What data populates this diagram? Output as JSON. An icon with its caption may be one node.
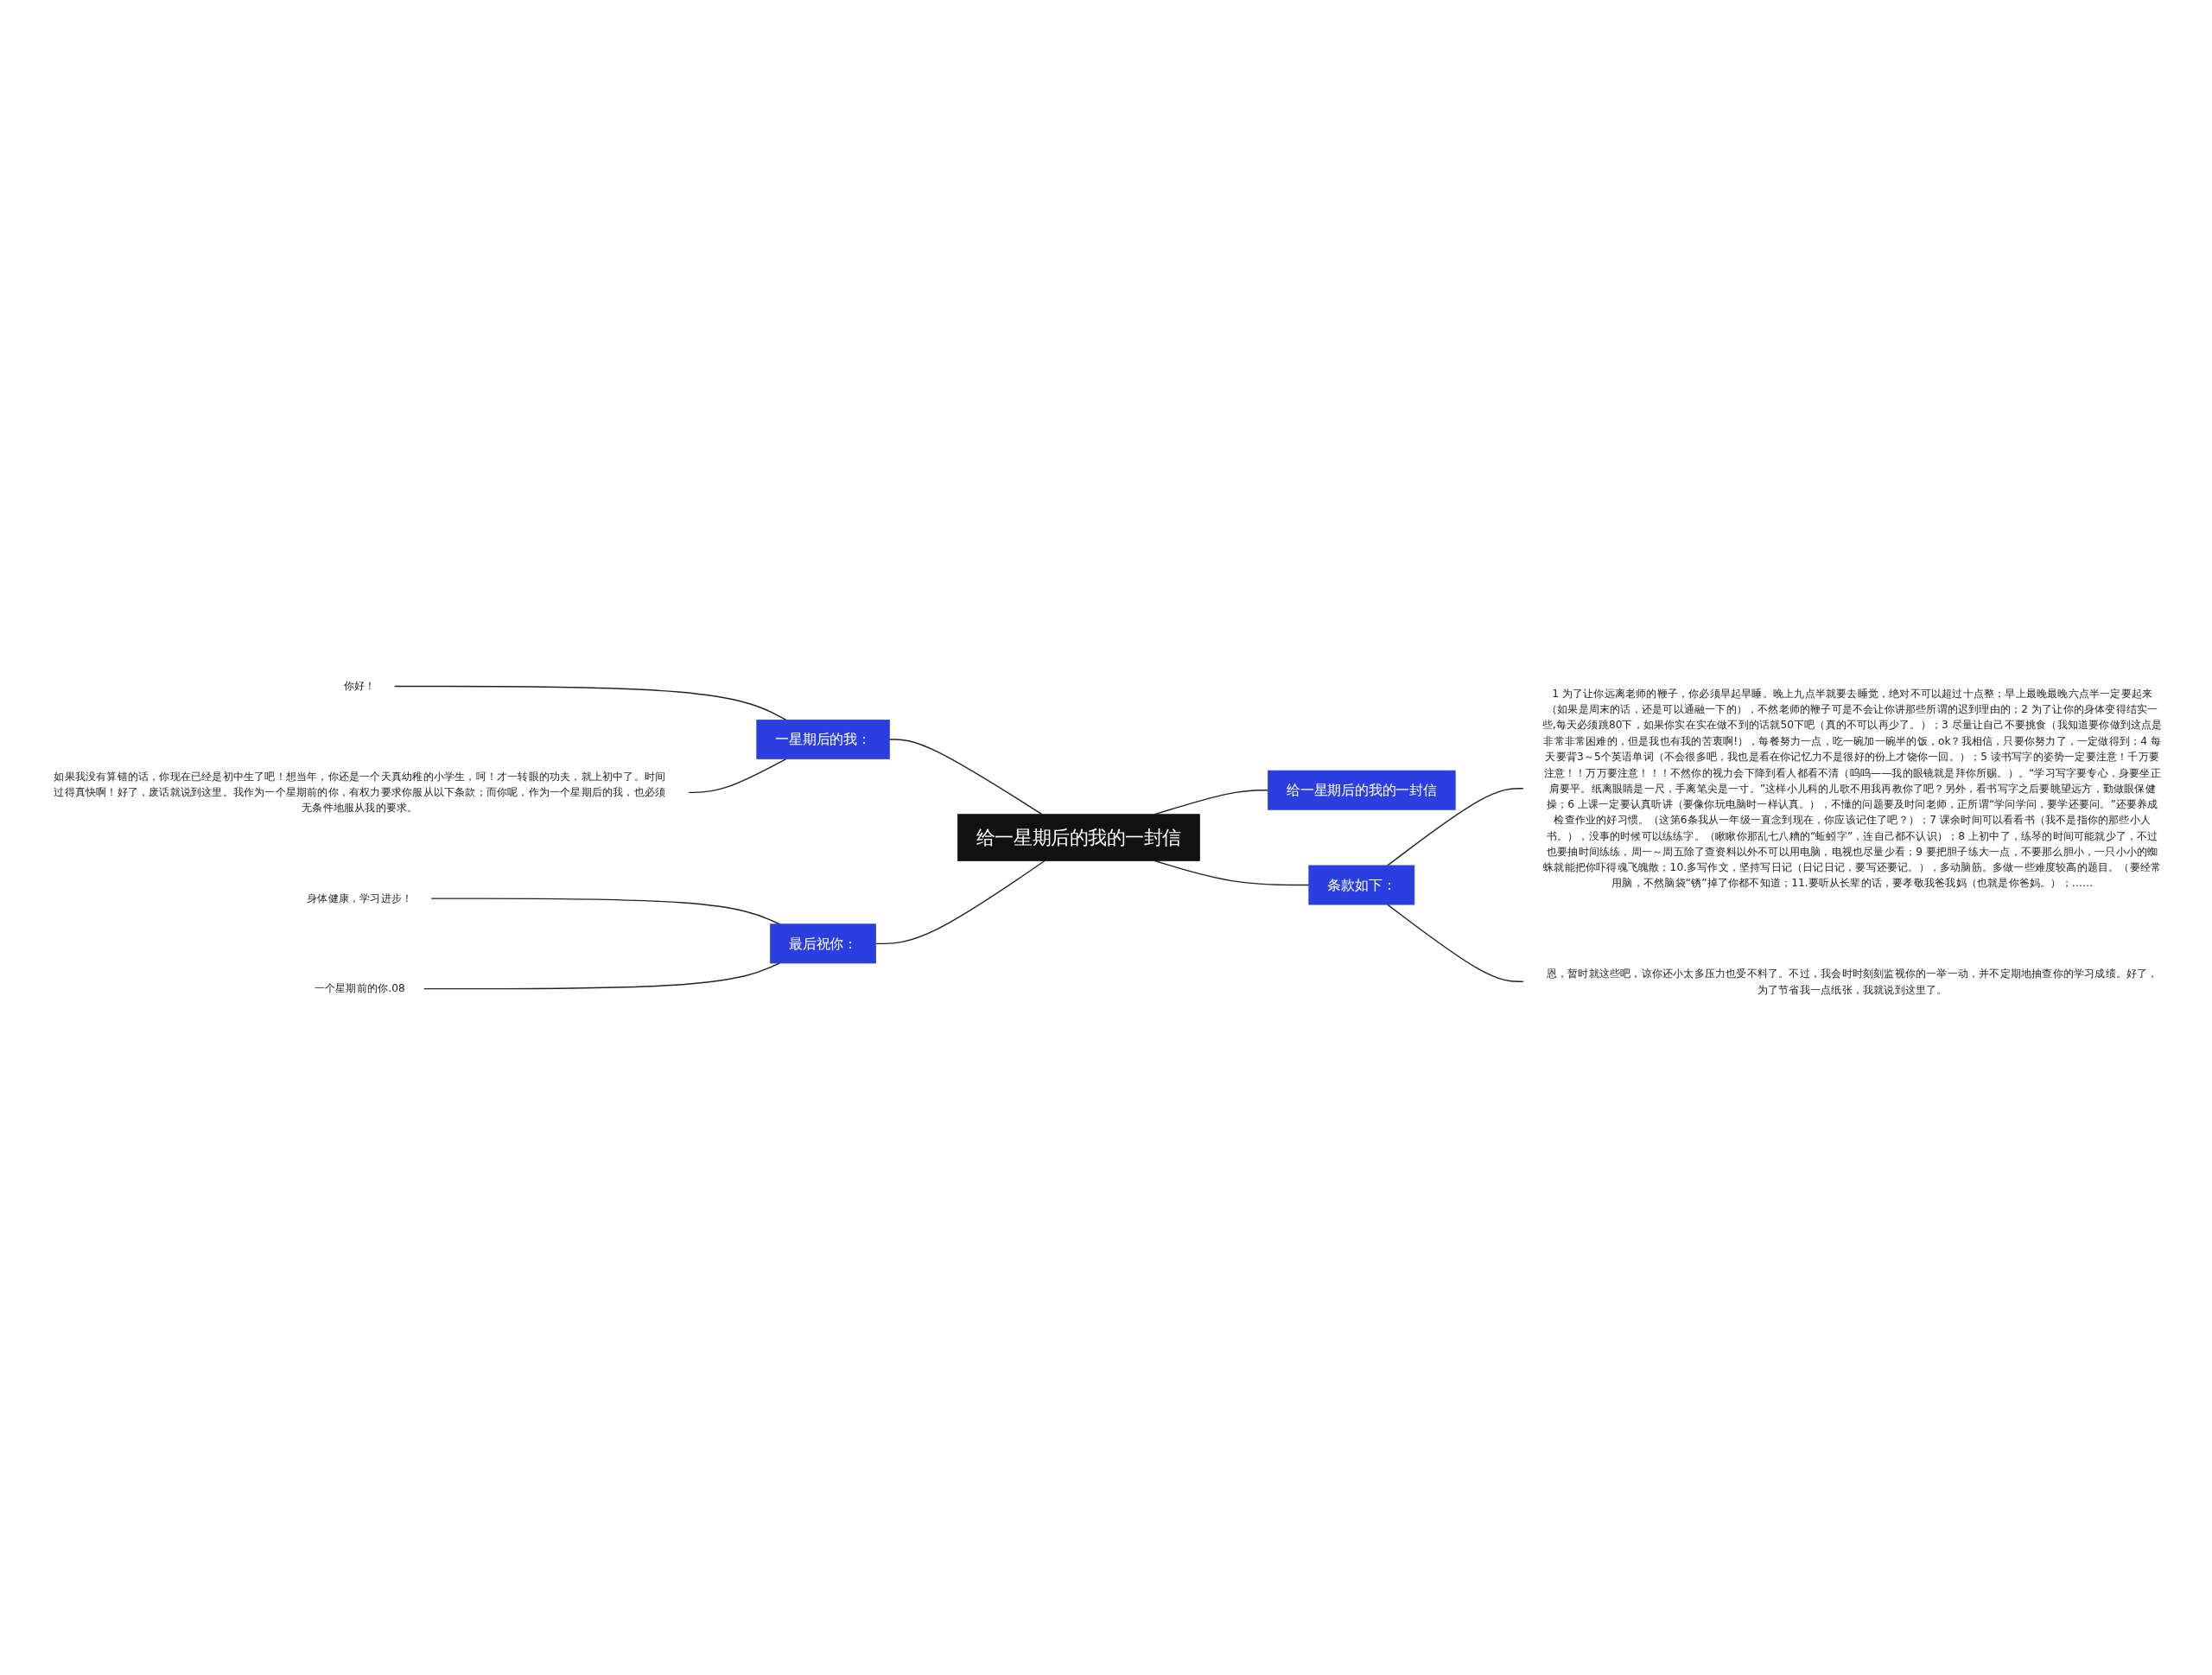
{
  "diagram": {
    "nodes": [
      {
        "text": [
          "给一星期后的我的一封信"
        ]
      },
      {
        "text": [
          "给一星期后的我的一封信"
        ]
      },
      {
        "text": [
          "条款如下："
        ]
      },
      {
        "text": [
          "1 为了让你远离老师的鞭子，你必须早起早睡。晚上九点半就要去睡觉，绝对不可以超过十点整；早上最晚最晚六点半一定要起来（如果是周末的话，还是可以通融一下的），不然老师的鞭子可是不会让你讲那些所谓的迟到理由的；2 为了让你的身体变得结实一些,每天必须跳80下，如果你实在实在做不到的话就50下吧（真的不可以再少了。）；3 尽量让自己不要挑食（我知道要你做到这点是非常非常困难的，但是我也有我的苦衷啊!），每餐努力一点，吃一碗加一碗半的饭，ok？我相信，只要你努力了，一定做得到；4 每天要背3～5个英语单词（不会很多吧，我也是看在你记忆力不是很好的份上才饶你一回。）；5 读书写字的姿势一定要注意！千万要注意！！万万要注意！！！不然你的视力会下降到看人都看不清（呜呜——我的眼镜就是拜你所赐。）。“学习写字要专心，身要坐正肩要平。纸离眼睛是一尺，手离笔尖是一寸。”这样小儿科的儿歌不用我再教你了吧？另外，看书写字之后要眺望远方，勤做眼保健操；6 上课一定要认真听讲（要像你玩电脑时一样认真。），不懂的问题要及时问老师，正所谓“学问学问，要学还要问。”还要养成检查作业的好习惯。（这第6条我从一年级一直念到现在，你应该记住了吧？）；7 课余时间可以看看书（我不是指你的那些小人书。），没事的时候可以练练字。（瞅瞅你那乱七八糟的“蚯蚓字”，连自己都不认识）；8 上初中了，练琴的时间可能就少了，不过也要抽时间练练，周一～周五除了查资料以外不可以用电脑，电视也尽量少看；9 要把胆子练大一点，不要那么胆小，一只小小的蜘蛛就能把你吓得魂飞魄散；10.多写作文，坚持写日记（日记日记，要写还要记。），多动脑筋。多做一些难度较高的题目。（要经常用脑，不然脑袋“锈”掉了你都不知道；11.要听从长辈的话，要孝敬我爸我妈（也就是你爸妈。）；……"
        ]
      },
      {
        "text": [
          "恩，暂时就这些吧，谅你还小太多压力也受不料了。不过，我会时时刻刻监视你的一举一动，并不定期地抽查你的学习成绩。好了，为了节省我一点纸张，我就说到这里了。"
        ]
      },
      {
        "text": [
          "一星期后的我："
        ]
      },
      {
        "text": [
          "你好！"
        ]
      },
      {
        "text": [
          "如果我没有算错的话，你现在已经是初中生了吧！想当年，你还是一个天真幼稚的小学生，呵！才一转眼的功夫，就上初中了。时间过得真快啊！好了，废话就说到这里。我作为一个星期前的你，有权力要求你服从以下条款；而你呢，作为一个星期后的我，也必须无条件地服从我的要求。"
        ]
      },
      {
        "text": [
          "最后祝你："
        ]
      },
      {
        "text": [
          "身体健康，学习进步！"
        ]
      },
      {
        "text": [
          "一个星期前的你.08"
        ]
      }
    ],
    "edges": [
      {
        "from": 0,
        "to": 1,
        "arrow": "none"
      },
      {
        "from": 0,
        "to": 2,
        "arrow": "none"
      },
      {
        "from": 2,
        "to": 3,
        "arrow": "none"
      },
      {
        "from": 2,
        "to": 4,
        "arrow": "none"
      },
      {
        "from": 5,
        "to": 0,
        "arrow": "none"
      },
      {
        "from": 6,
        "to": 5,
        "arrow": "none"
      },
      {
        "from": 7,
        "to": 5,
        "arrow": "none"
      },
      {
        "from": 8,
        "to": 0,
        "arrow": "none"
      },
      {
        "from": 9,
        "to": 8,
        "arrow": "none"
      },
      {
        "from": 10,
        "to": 8,
        "arrow": "none"
      }
    ]
  }
}
